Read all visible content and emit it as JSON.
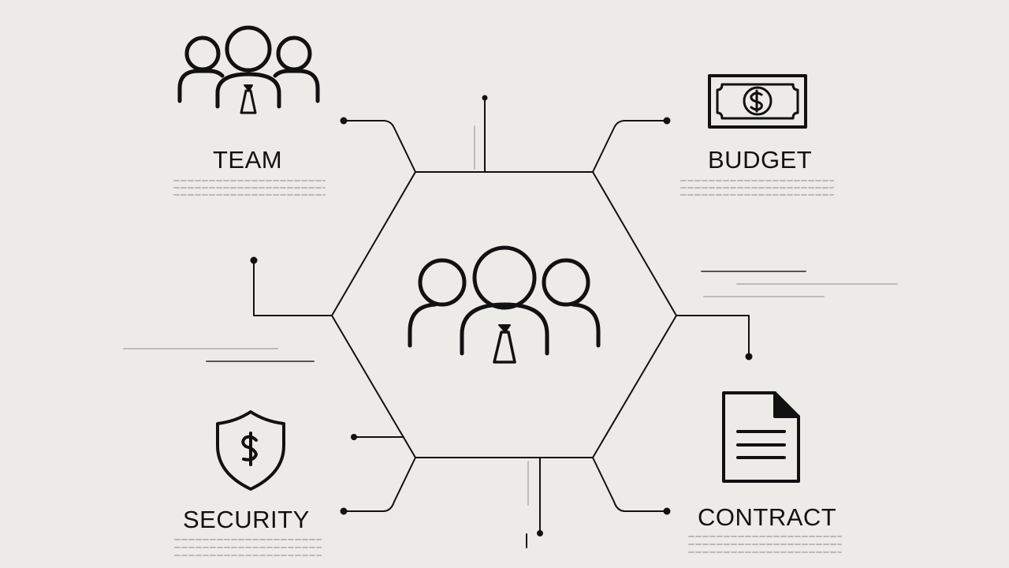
{
  "colors": {
    "background": "#ecebe8",
    "stroke": "#111111",
    "faint_text_lines": "#b9b8b5"
  },
  "center": {
    "icon": "team-people-icon"
  },
  "nodes": {
    "team": {
      "label": "TEAM",
      "icon": "team-people-icon"
    },
    "budget": {
      "label": "BUDGET",
      "icon": "dollar-bill-icon"
    },
    "security": {
      "label": "SECURITY",
      "icon": "shield-dollar-icon"
    },
    "contract": {
      "label": "CONTRACT",
      "icon": "document-icon"
    }
  }
}
